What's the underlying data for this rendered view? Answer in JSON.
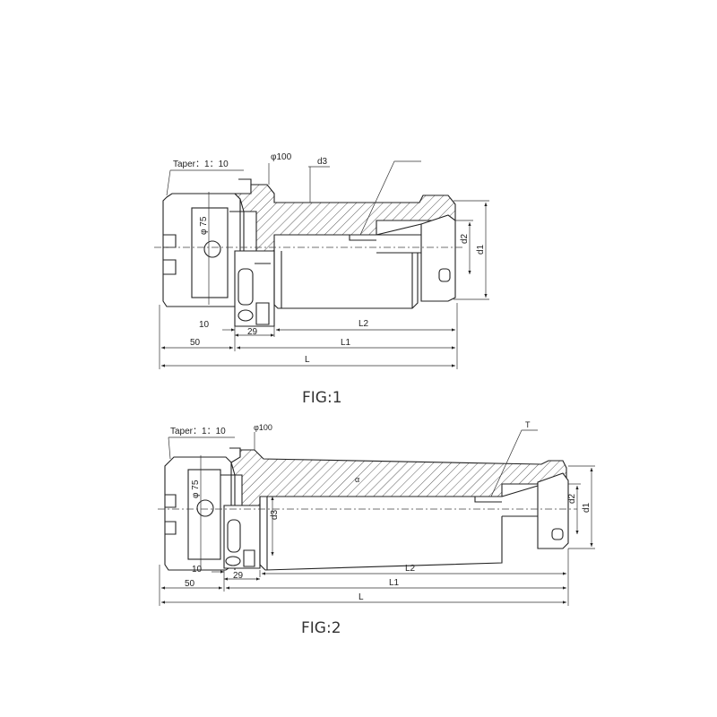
{
  "fig1": {
    "caption": "FIG:1",
    "taper_label": "Taper：1：10",
    "dia100_label": "φ100",
    "dia75_label": "φ 75",
    "d3_label": "d3",
    "d2_label": "d2",
    "d1_label": "d1",
    "dim_10": "10",
    "dim_50": "50",
    "dim_29": "29",
    "dim_L2": "L2",
    "dim_L1": "L1",
    "dim_L": "L"
  },
  "fig2": {
    "caption": "FIG:2",
    "taper_label": "Taper：1：10",
    "dia100_label": "φ100",
    "dia75_label": "φ 75",
    "d3_label": "d3",
    "d2_label": "d2",
    "d1_label": "d1",
    "alpha_label": "α",
    "t_label": "T",
    "dim_10": "10",
    "dim_50": "50",
    "dim_29": "29",
    "dim_L2": "L2",
    "dim_L1": "L1",
    "dim_L": "L"
  }
}
